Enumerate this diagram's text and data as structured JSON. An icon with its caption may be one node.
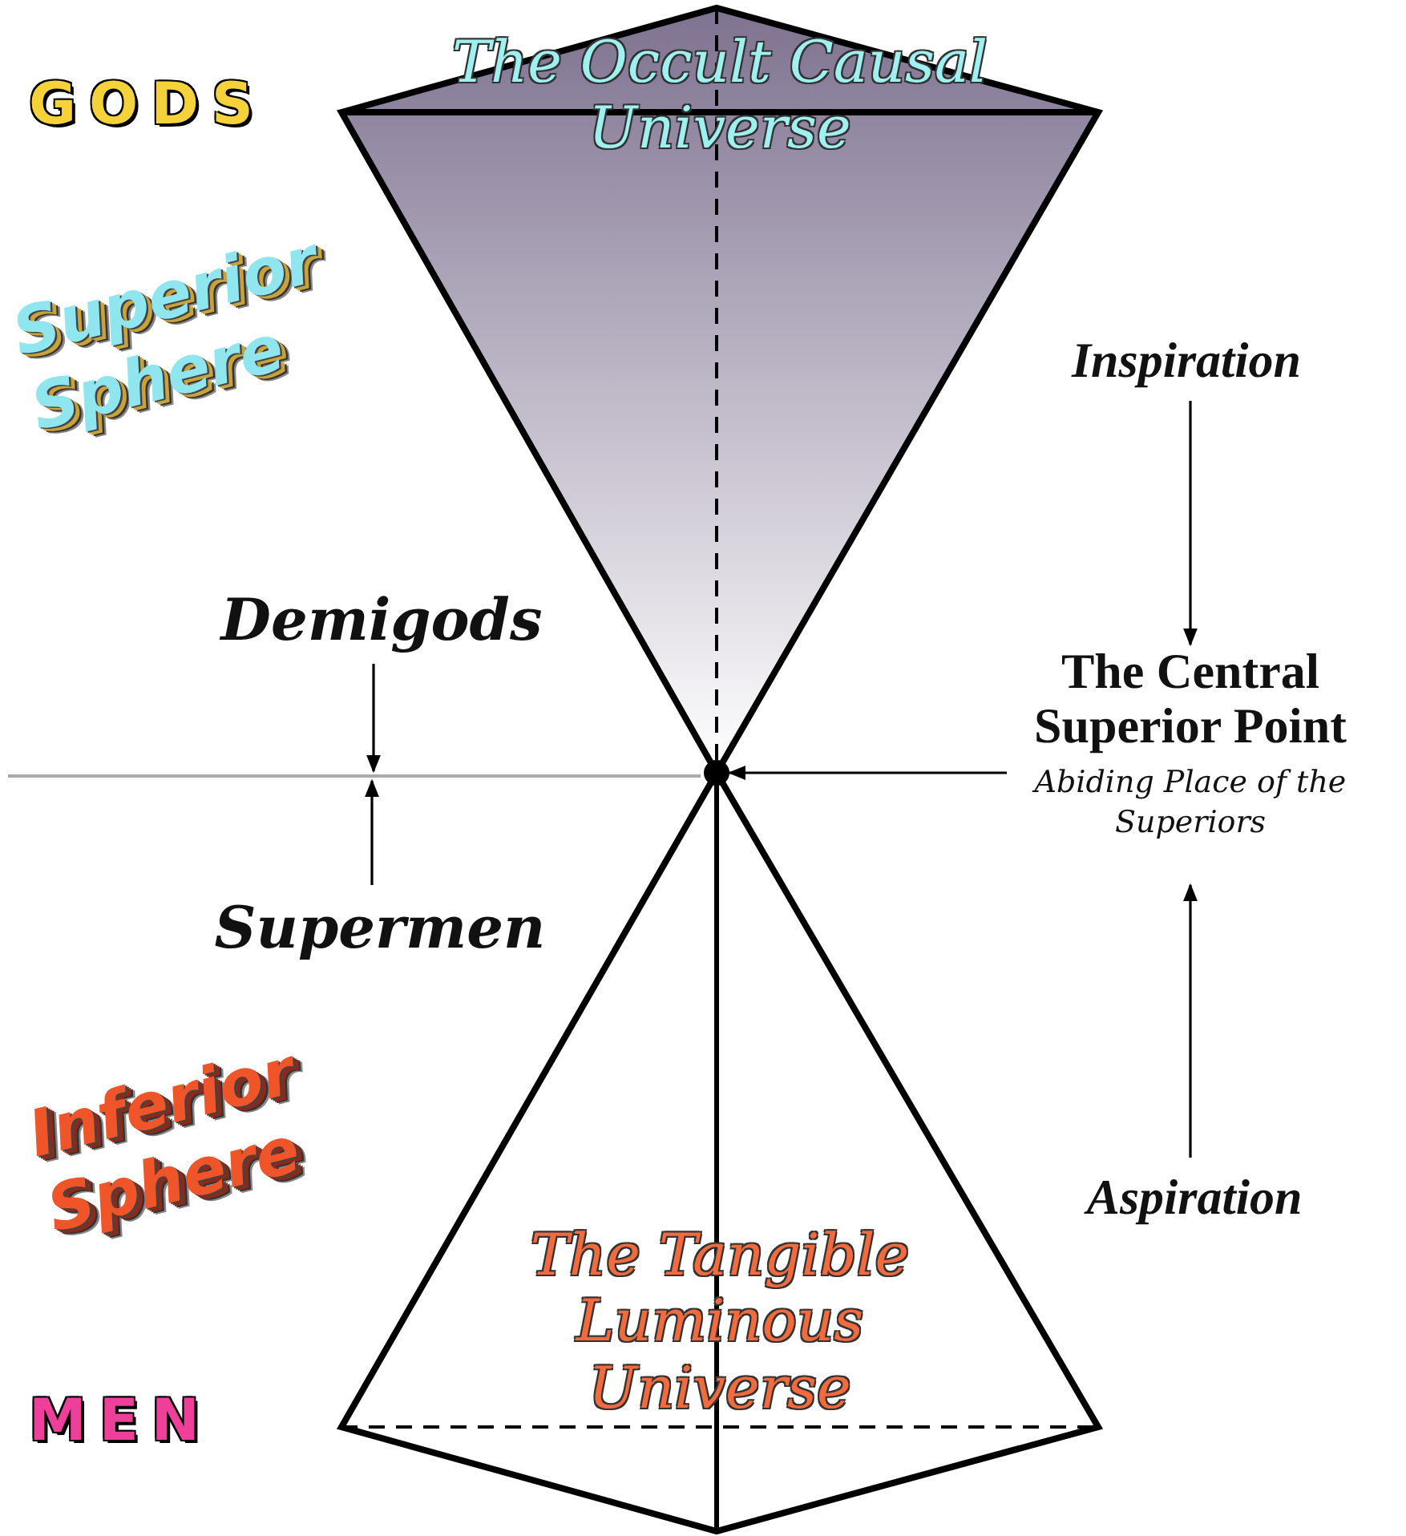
{
  "diagram": {
    "nodes": [
      {
        "text": [
          "The Occult Causal Universe"
        ]
      },
      {
        "text": [
          "The Tangible Luminous Universe"
        ]
      },
      {
        "text": [
          "Inspiration"
        ]
      },
      {
        "text": [
          "The Central Superior Point",
          "Abiding Place of the Superiors"
        ]
      },
      {
        "text": [
          "Aspiration"
        ]
      },
      {
        "text": [
          "Demigods"
        ]
      },
      {
        "text": [
          "Supermen"
        ]
      },
      {
        "text": [],
        "shape": "circle"
      },
      {
        "text": [],
        "shape": "bar"
      }
    ],
    "edges": [
      {
        "from": 2,
        "to": 3,
        "arrow": "to"
      },
      {
        "from": 4,
        "to": 3,
        "arrow": "to"
      },
      {
        "from": 3,
        "to": 7,
        "arrow": "to"
      },
      {
        "from": 5,
        "to": 8,
        "arrow": "to"
      },
      {
        "from": 6,
        "to": 8,
        "arrow": "to"
      }
    ],
    "labels": [
      "GODS",
      "Superior Sphere",
      "Inferior Sphere",
      "MEN"
    ]
  }
}
